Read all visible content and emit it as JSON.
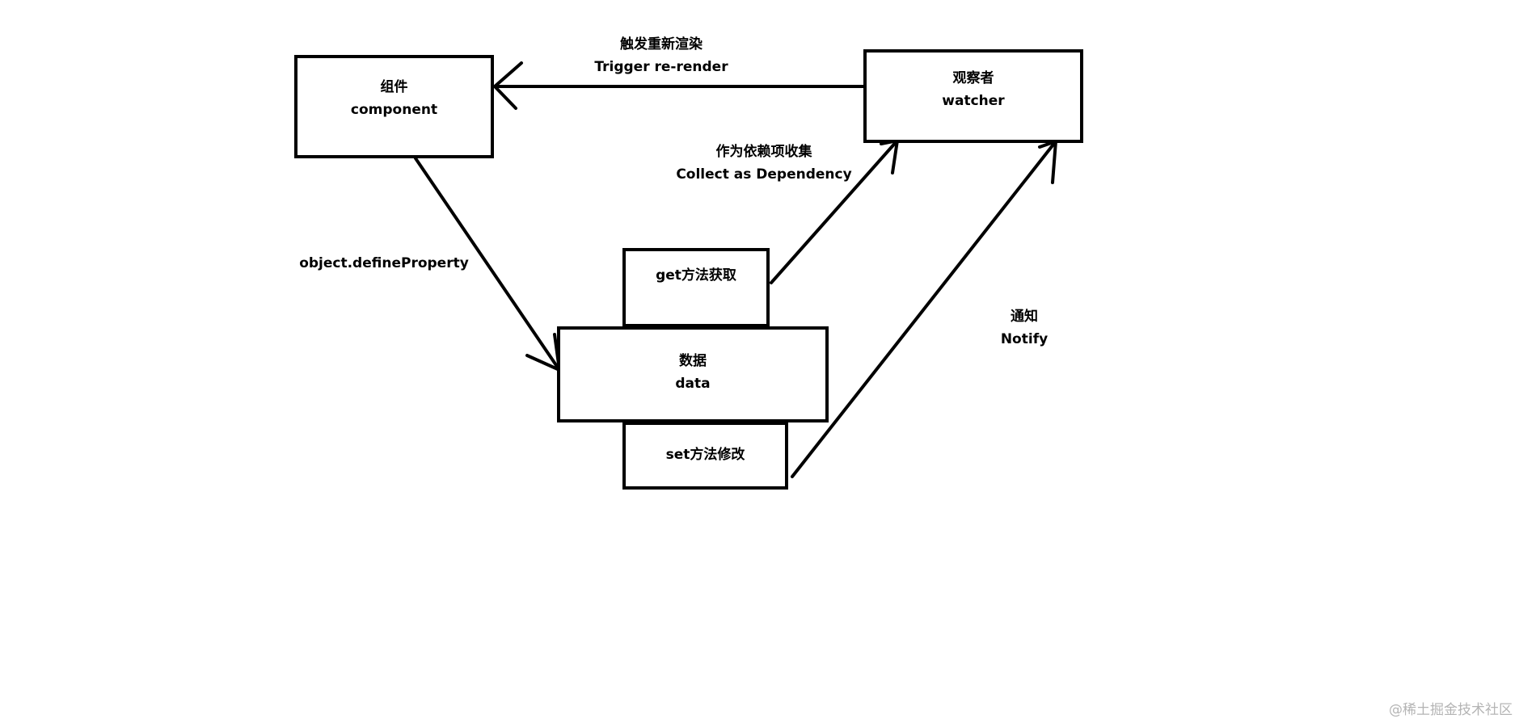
{
  "nodes": {
    "component": {
      "zh": "组件",
      "en": "component"
    },
    "watcher": {
      "zh": "观察者",
      "en": "watcher"
    },
    "data": {
      "zh": "数据",
      "en": "data"
    },
    "getter": {
      "label": "get方法获取"
    },
    "setter": {
      "label": "set方法修改"
    }
  },
  "edges": {
    "trigger": {
      "zh": "触发重新渲染",
      "en": "Trigger re-render"
    },
    "define": {
      "label": "object.defineProperty"
    },
    "collect": {
      "zh": "作为依赖项收集",
      "en": "Collect as Dependency"
    },
    "notify": {
      "zh": "通知",
      "en": "Notify"
    }
  },
  "watermark": "@稀土掘金技术社区",
  "colors": {
    "stroke": "#000000",
    "background": "#ffffff",
    "watermark": "#b4b4b4"
  }
}
